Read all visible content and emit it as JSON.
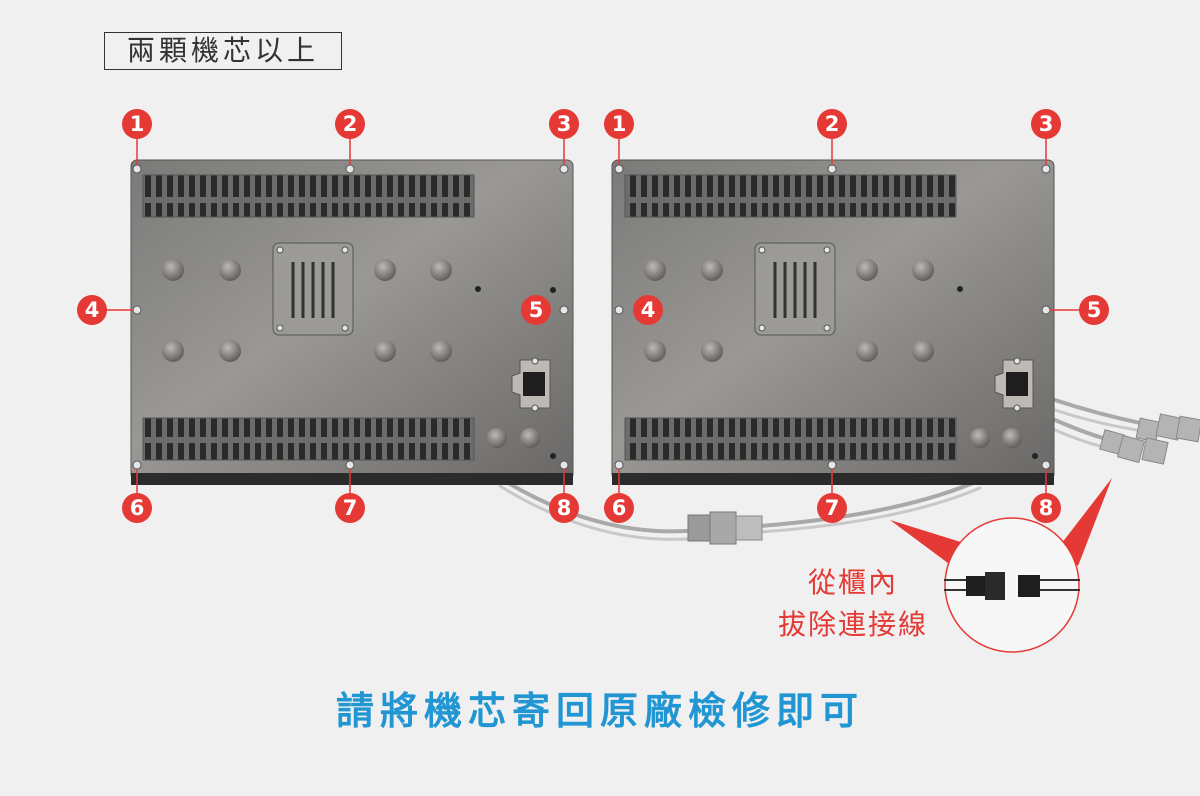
{
  "tag_label": "兩顆機芯以上",
  "screw_numbers": [
    "1",
    "2",
    "3",
    "4",
    "5",
    "6",
    "7",
    "8"
  ],
  "disconnect_note": {
    "line1": "從櫃內",
    "line2": "拔除連接線"
  },
  "instruction": "請將機芯寄回原廠檢修即可",
  "colors": {
    "marker": "#e53935",
    "instruction": "#2196d3",
    "panel": "#8e8e8e"
  },
  "icons": [
    "screw-icon",
    "power-socket-icon",
    "connector-plug-icon",
    "vent-grille-icon"
  ]
}
